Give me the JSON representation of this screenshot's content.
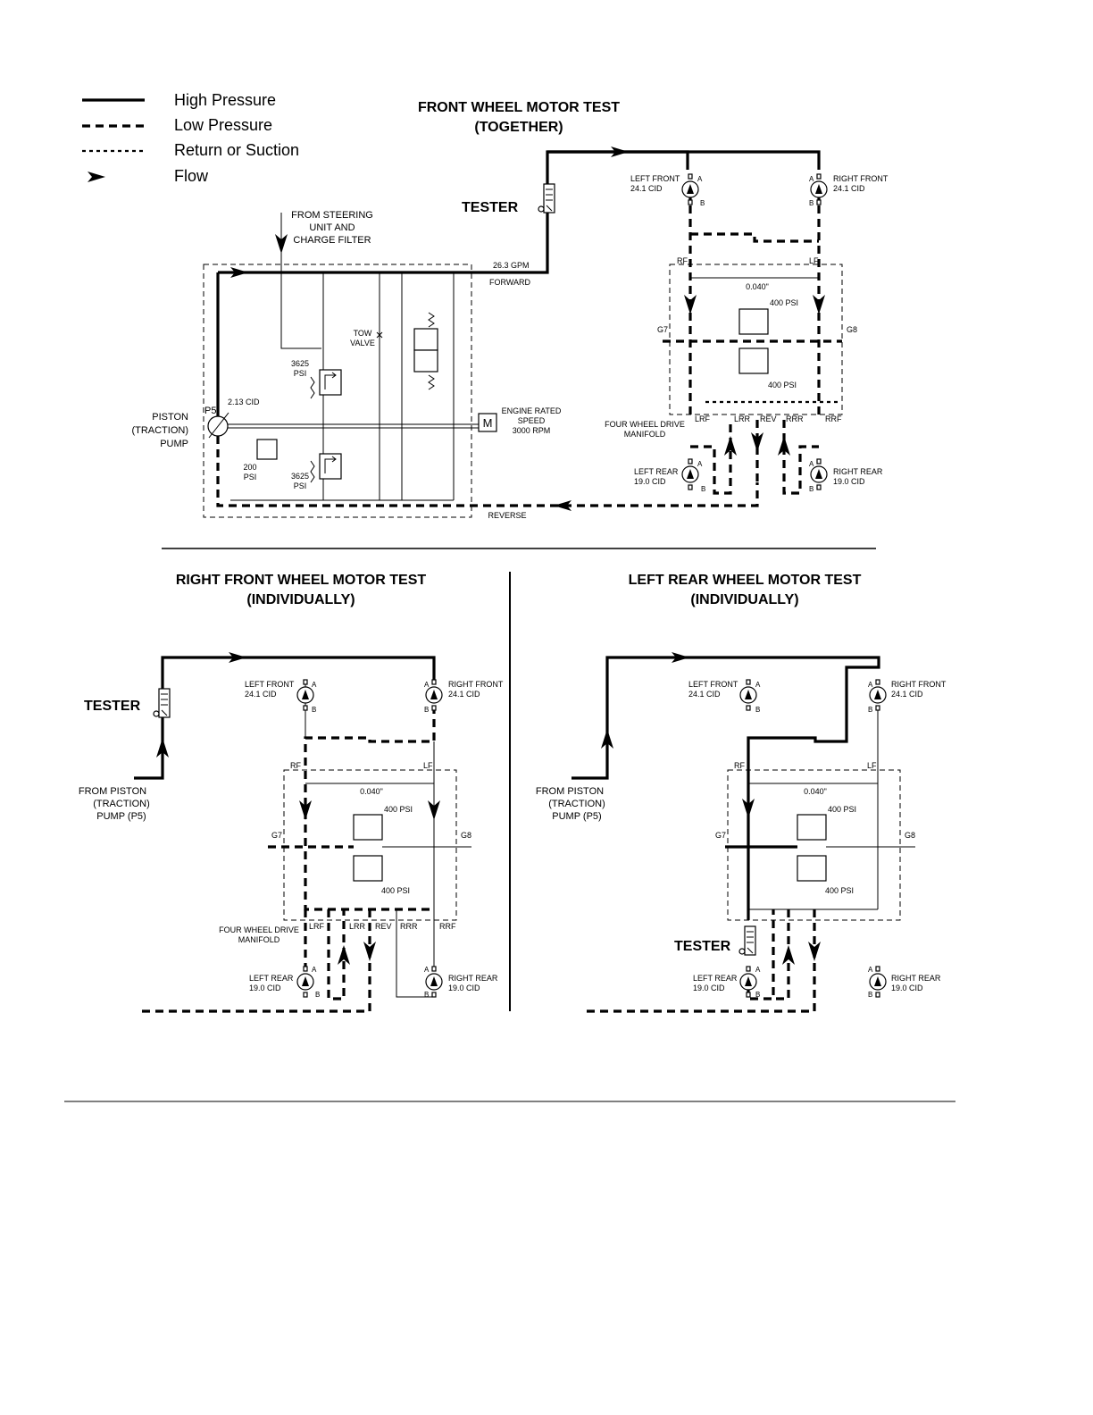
{
  "legend": {
    "high_pressure": "High Pressure",
    "low_pressure": "Low  Pressure",
    "return_suction": "Return or Suction",
    "flow": "Flow"
  },
  "top": {
    "title1": "FRONT WHEEL MOTOR TEST",
    "title2": "(TOGETHER)",
    "tester": "TESTER",
    "steering1": "FROM STEERING",
    "steering2": "UNIT AND",
    "steering3": "CHARGE FILTER",
    "gpm": "26.3 GPM",
    "forward": "FORWARD",
    "reverse": "REVERSE",
    "tow1": "TOW",
    "tow2": "VALVE",
    "psi3625": "3625",
    "psi_word": "PSI",
    "psi200": "200",
    "p5": "P5",
    "cid213": "2.13 CID",
    "pump1": "PISTON",
    "pump2": "(TRACTION)",
    "pump3": "PUMP",
    "engine1": "ENGINE RATED",
    "engine2": "SPEED",
    "engine3": "3000 RPM",
    "motor_m": "M"
  },
  "motors": {
    "left_front": "LEFT FRONT",
    "right_front": "RIGHT FRONT",
    "left_rear": "LEFT REAR",
    "right_rear": "RIGHT REAR",
    "front_cid": "24.1 CID",
    "rear_cid": "19.0 CID",
    "port_a": "A",
    "port_b": "B"
  },
  "manifold": {
    "name1": "FOUR WHEEL DRIVE",
    "name2": "MANIFOLD",
    "rf": "RF",
    "lf": "LF",
    "orifice": "0.040\"",
    "psi400": "400 PSI",
    "g7": "G7",
    "g8": "G8",
    "lrf": "LRF",
    "lrr": "LRR",
    "rev": "REV",
    "rrr": "RRR",
    "rrf": "RRF"
  },
  "bottom_left": {
    "title1": "RIGHT FRONT WHEEL MOTOR TEST",
    "title2": "(INDIVIDUALLY)",
    "tester": "TESTER",
    "from1": "FROM PISTON",
    "from2": "(TRACTION)",
    "from3": "PUMP (P5)"
  },
  "bottom_right": {
    "title1": "LEFT REAR WHEEL MOTOR TEST",
    "title2": "(INDIVIDUALLY)",
    "tester": "TESTER",
    "from1": "FROM PISTON",
    "from2": "(TRACTION)",
    "from3": "PUMP (P5)"
  }
}
